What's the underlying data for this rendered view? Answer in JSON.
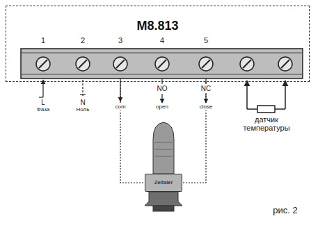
{
  "diagram": {
    "caption": "рис. 2",
    "nodes": [
      {
        "text": [
          "M8.813"
        ]
      },
      {
        "text": [
          "Zeltaler"
        ]
      }
    ],
    "edges": [
      {
        "from": 0,
        "to": 1,
        "arrow": "none"
      },
      {
        "from": 0,
        "to": 1,
        "arrow": "none"
      }
    ],
    "labels": [
      "1",
      "2",
      "3",
      "4",
      "5",
      "L",
      "Фаза",
      "N",
      "Ноль",
      "com",
      "NO",
      "open",
      "NC",
      "close",
      "датчик температуры"
    ]
  }
}
